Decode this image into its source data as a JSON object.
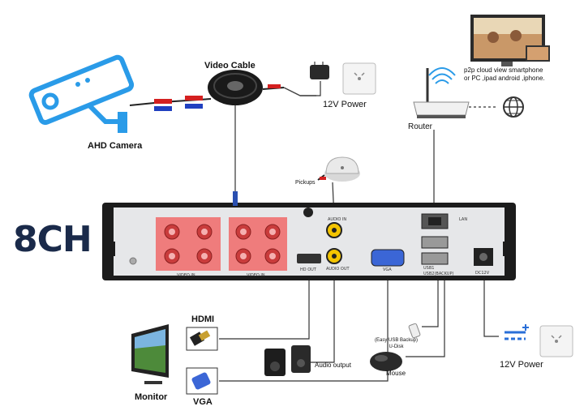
{
  "labels": {
    "channels": "8CH",
    "video_cable": "Video Cable",
    "power_top": "12V Power",
    "ahd_camera": "AHD Camera",
    "router": "Router",
    "p2p_note_line1": "p2p cloud view smartphone",
    "p2p_note_line2": "or PC ,ipad android ,iphone.",
    "pickups": "Pickups",
    "hdmi": "HDMI",
    "vga": "VGA",
    "monitor": "Monitor",
    "audio_output": "Audio output",
    "mouse": "Mouse",
    "udisk_line1": "(Easy USB Backup)",
    "udisk_line2": "U-Disk",
    "power_bottom": "12V Power"
  },
  "panel_labels": {
    "video_in_left": "VIDEO IN",
    "video_in_right": "VIDEO IN",
    "audio_in": "AUDIO IN",
    "audio_out": "AUDIO OUT",
    "hd_out": "HD OUT",
    "vga_port": "VGA",
    "lan": "LAN",
    "usb1": "USB1",
    "usb2": "USB2(BACKUP)",
    "dc12v": "DC12V"
  },
  "colors": {
    "panel": "#e6e7e9",
    "panel_frame": "#1c1c1c",
    "bnc_highlight": "#f07070",
    "wire": "#333333",
    "cable_red": "#d42020",
    "cable_blue": "#2040c0"
  }
}
